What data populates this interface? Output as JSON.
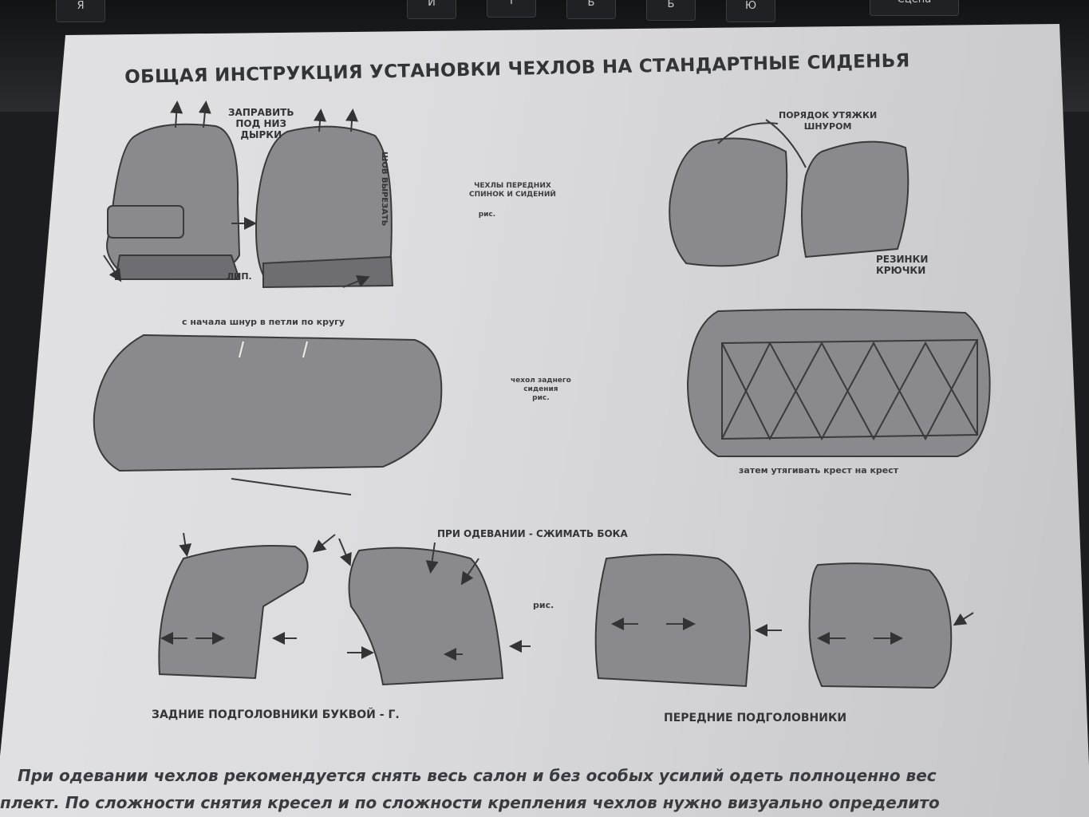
{
  "document": {
    "title": "ОБЩАЯ ИНСТРУКЦИЯ УСТАНОВКИ ЧЕХЛОВ НА СТАНДАРТНЫЕ СИДЕНЬЯ",
    "labels": {
      "zapravit_1": "ЗАПРАВИТЬ",
      "zapravit_2": "ПОД НИЗ",
      "zapravit_3": "ДЫРКИ",
      "shov": "ШОВ ВЫРЕЗАТЬ",
      "lip": "ЛИП.",
      "poryadok_1": "ПОРЯДОК УТЯЖКИ",
      "poryadok_2": "ШНУРОМ",
      "rezinki_1": "РЕЗИНКИ",
      "rezinki_2": "КРЮЧКИ",
      "front_caption_1": "ЧЕХЛЫ ПЕРЕДНИХ",
      "front_caption_2": "СПИНОК И СИДЕНИЙ",
      "front_ris": "рис.",
      "shnur": "с начала шнур в петли по кругу",
      "rear_caption_1": "чехол заднего",
      "rear_caption_2": "сидения",
      "rear_ris": "рис.",
      "krest": "затем утягивать крест на крест",
      "szhimat": "ПРИ ОДЕВАНИИ - СЖИМАТЬ БОКА",
      "head_ris": "рис.",
      "rear_headrests": "ЗАДНИЕ ПОДГОЛОВНИКИ БУКВОЙ - Г.",
      "front_headrests": "ПЕРЕДНИЕ ПОДГОЛОВНИКИ"
    },
    "body_text": {
      "line_1": "При одевании чехлов рекомендуется снять весь салон и без особых усилий одеть полноценно  вес",
      "line_2": "плект. По сложности снятия кресел и по сложности крепления чехлов нужно визуально определито"
    }
  },
  "keyboard": {
    "keys": [
      "Я",
      "Й",
      "Т",
      "Ь",
      "Б",
      "Ю",
      "Сцена"
    ]
  }
}
